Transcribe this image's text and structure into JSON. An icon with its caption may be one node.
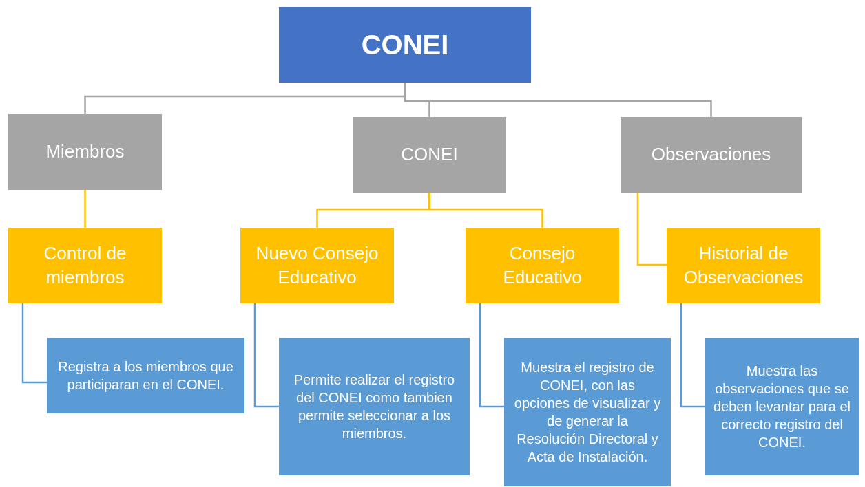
{
  "diagram": {
    "nodes": [
      {
        "text": [
          "CONEI"
        ]
      },
      {
        "text": [
          "Miembros"
        ]
      },
      {
        "text": [
          "CONEI"
        ]
      },
      {
        "text": [
          "Observaciones"
        ]
      },
      {
        "text": [
          "Control de miembros"
        ]
      },
      {
        "text": [
          "Nuevo Consejo Educativo"
        ]
      },
      {
        "text": [
          "Consejo Educativo"
        ]
      },
      {
        "text": [
          "Historial de Observaciones"
        ]
      },
      {
        "text": [
          "Registra a los miembros que participaran en el CONEI."
        ]
      },
      {
        "text": [
          "Permite realizar el registro del CONEI como tambien permite seleccionar a los miembros."
        ]
      },
      {
        "text": [
          "Muestra el registro de CONEI, con las opciones de visualizar y de generar la Resolución Directoral y Acta de Instalación."
        ]
      },
      {
        "text": [
          "Muestra las observaciones que se deben levantar para el correcto registro del CONEI."
        ]
      }
    ],
    "edges": [
      {
        "from": 0,
        "to": 1,
        "arrow": "none",
        "color": "#a5a5a5"
      },
      {
        "from": 0,
        "to": 2,
        "arrow": "none",
        "color": "#a5a5a5"
      },
      {
        "from": 0,
        "to": 3,
        "arrow": "none",
        "color": "#a5a5a5"
      },
      {
        "from": 1,
        "to": 4,
        "arrow": "none",
        "color": "#ffc000"
      },
      {
        "from": 2,
        "to": 5,
        "arrow": "none",
        "color": "#ffc000"
      },
      {
        "from": 2,
        "to": 6,
        "arrow": "none",
        "color": "#ffc000"
      },
      {
        "from": 3,
        "to": 7,
        "arrow": "none",
        "color": "#ffc000"
      },
      {
        "from": 4,
        "to": 8,
        "arrow": "none",
        "color": "#5b9bd5"
      },
      {
        "from": 5,
        "to": 9,
        "arrow": "none",
        "color": "#5b9bd5"
      },
      {
        "from": 6,
        "to": 10,
        "arrow": "none",
        "color": "#5b9bd5"
      },
      {
        "from": 7,
        "to": 11,
        "arrow": "none",
        "color": "#5b9bd5"
      }
    ]
  }
}
